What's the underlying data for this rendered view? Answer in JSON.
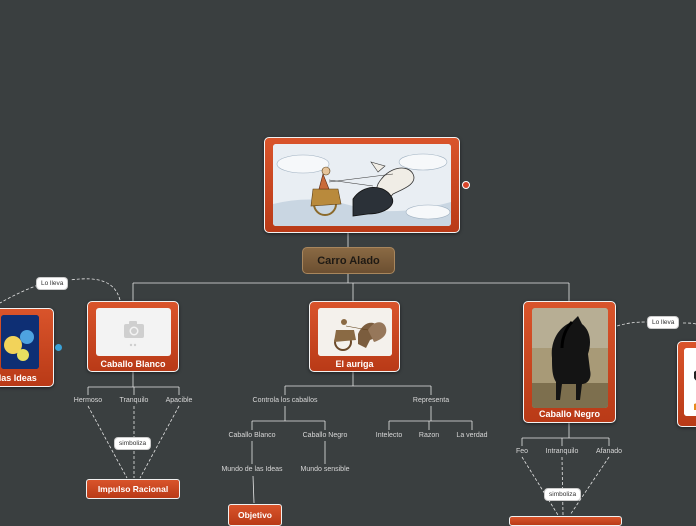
{
  "central": {
    "label": "Carro Alado"
  },
  "nodes": {
    "ideas": {
      "label": "e las Ideas"
    },
    "white_horse": {
      "label": "Caballo Blanco"
    },
    "auriga": {
      "label": "El auriga"
    },
    "black_horse": {
      "label": "Caballo Negro"
    },
    "impulso": {
      "label": "Impulso Racional"
    },
    "objetivo": {
      "label": "Objetivo"
    }
  },
  "white_horse_traits": [
    "Hermoso",
    "Tranquilo",
    "Apacible"
  ],
  "auriga_branches": {
    "controla": {
      "label": "Controla los caballos",
      "children": [
        "Caballo Blanco",
        "Caballo Negro"
      ]
    },
    "representa": {
      "label": "Representa",
      "children": [
        "Intelecto",
        "Razon",
        "La verdad"
      ]
    },
    "sub": [
      "Mundo de las Ideas",
      "Mundo sensible"
    ]
  },
  "black_horse_traits": [
    "Feo",
    "Intranquilo",
    "Afanado"
  ],
  "tags": {
    "lo_lleva_left": "Lo lleva",
    "lo_lleva_right": "Lo lleva",
    "simboliza_left": "simboliza",
    "simboliza_right": "simboliza"
  },
  "colors": {
    "background": "#3a3f40",
    "node": "#c9461f",
    "central": "#7b5b39",
    "connector": "#e6e6e6"
  }
}
